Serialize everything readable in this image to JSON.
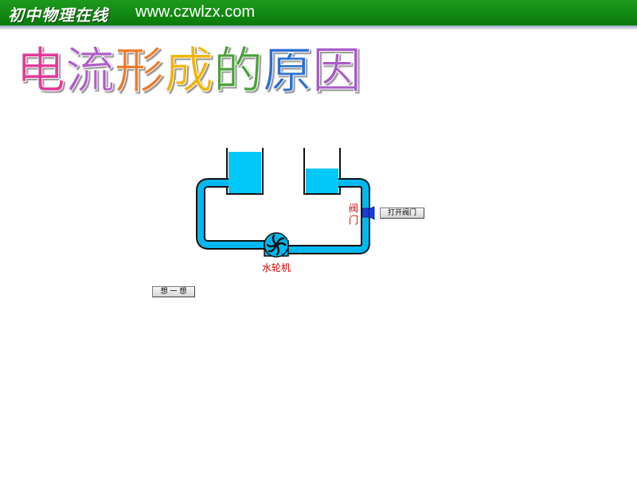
{
  "header": {
    "brand_text": "初中物理在线",
    "site_url": "www.czwlzx.com",
    "bar_color": "#1a941a"
  },
  "title": {
    "text": "电流形成的原因",
    "characters": [
      "电",
      "流",
      "形",
      "成",
      "的",
      "原",
      "因"
    ],
    "colors": [
      "#e23a9a",
      "#b05cc8",
      "#f07a2a",
      "#f2b400",
      "#4aa13a",
      "#2a6fd0",
      "#a85cc8"
    ]
  },
  "diagram": {
    "water_color": "#00c8f8",
    "pipe_color": "#00b0ec",
    "label_color": "#d40000",
    "valve_label_line1": "阀",
    "valve_label_line2": "门",
    "turbine_label": "水轮机"
  },
  "buttons": {
    "open_valve": "打开阀门",
    "think": "想 一 想"
  }
}
